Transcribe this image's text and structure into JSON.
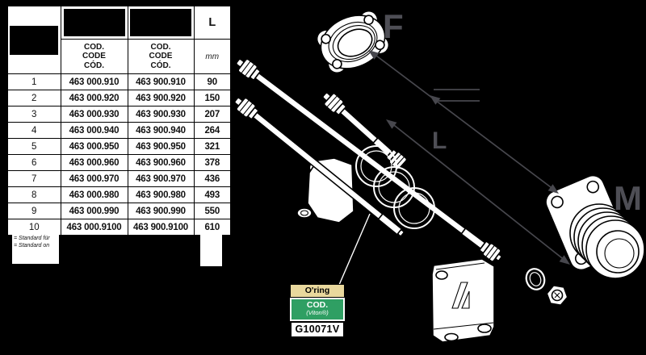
{
  "page": {
    "background": "#000000"
  },
  "table": {
    "header": {
      "l_label": "L",
      "unit": "mm",
      "cod_lines": [
        "COD.",
        "CODE",
        "CÓD."
      ]
    },
    "rows": [
      {
        "n": "1",
        "cod_a": "463 000.910",
        "cod_b": "463 900.910",
        "l": "90"
      },
      {
        "n": "2",
        "cod_a": "463 000.920",
        "cod_b": "463 900.920",
        "l": "150"
      },
      {
        "n": "3",
        "cod_a": "463 000.930",
        "cod_b": "463 900.930",
        "l": "207"
      },
      {
        "n": "4",
        "cod_a": "463 000.940",
        "cod_b": "463 900.940",
        "l": "264"
      },
      {
        "n": "5",
        "cod_a": "463 000.950",
        "cod_b": "463 900.950",
        "l": "321"
      },
      {
        "n": "6",
        "cod_a": "463 000.960",
        "cod_b": "463 900.960",
        "l": "378"
      },
      {
        "n": "7",
        "cod_a": "463 000.970",
        "cod_b": "463 900.970",
        "l": "436"
      },
      {
        "n": "8",
        "cod_a": "463 000.980",
        "cod_b": "463 900.980",
        "l": "493"
      },
      {
        "n": "9",
        "cod_a": "463 000.990",
        "cod_b": "463 900.990",
        "l": "550"
      },
      {
        "n": "10",
        "cod_a": "463 000.9100",
        "cod_b": "463 900.9100",
        "l": "610"
      }
    ]
  },
  "notes": {
    "lines": [
      "= Standard für",
      "= Standard on"
    ]
  },
  "diagram": {
    "labels": {
      "flange_female": "F",
      "flange_male": "M",
      "length": "L"
    },
    "callout": {
      "title": "O'ring",
      "cod_label": "COD.",
      "material": "(Viton®)",
      "code": "G10071V"
    },
    "colors": {
      "callout_title_bg": "#E9D89D",
      "callout_cod_bg": "#2F9F63",
      "annotation": "#47474D",
      "letters": "#4E4E55"
    }
  }
}
